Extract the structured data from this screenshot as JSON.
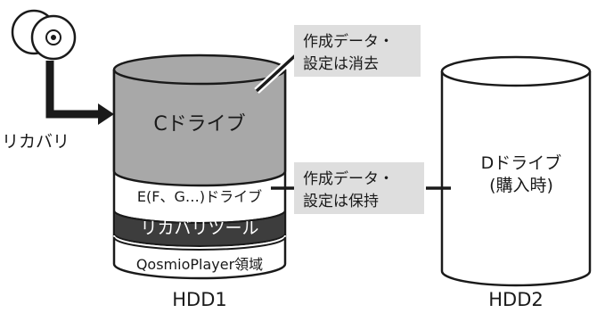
{
  "recovery_label": "リカバリ",
  "hdd1": {
    "label": "HDD1",
    "partitions": {
      "c_drive": "Cドライブ",
      "e_drive": "E(F、G…)ドライブ",
      "recovery_tool": "リカバリツール",
      "qosmio_area": "QosmioPlayer領域"
    },
    "callout": {
      "line1": "作成データ・",
      "line2": "設定は消去"
    }
  },
  "hdd2": {
    "label": "HDD2",
    "d_drive": {
      "line1": "Dドライブ",
      "line2": "(購入時)"
    }
  },
  "shared_callout": {
    "line1": "作成データ・",
    "line2": "設定は保持"
  },
  "colors": {
    "c_drive_fill": "#a8a8a8",
    "recovery_tool_fill": "#3d3d3d",
    "callout_fill": "#dedede",
    "stroke": "#1a1a1a"
  }
}
